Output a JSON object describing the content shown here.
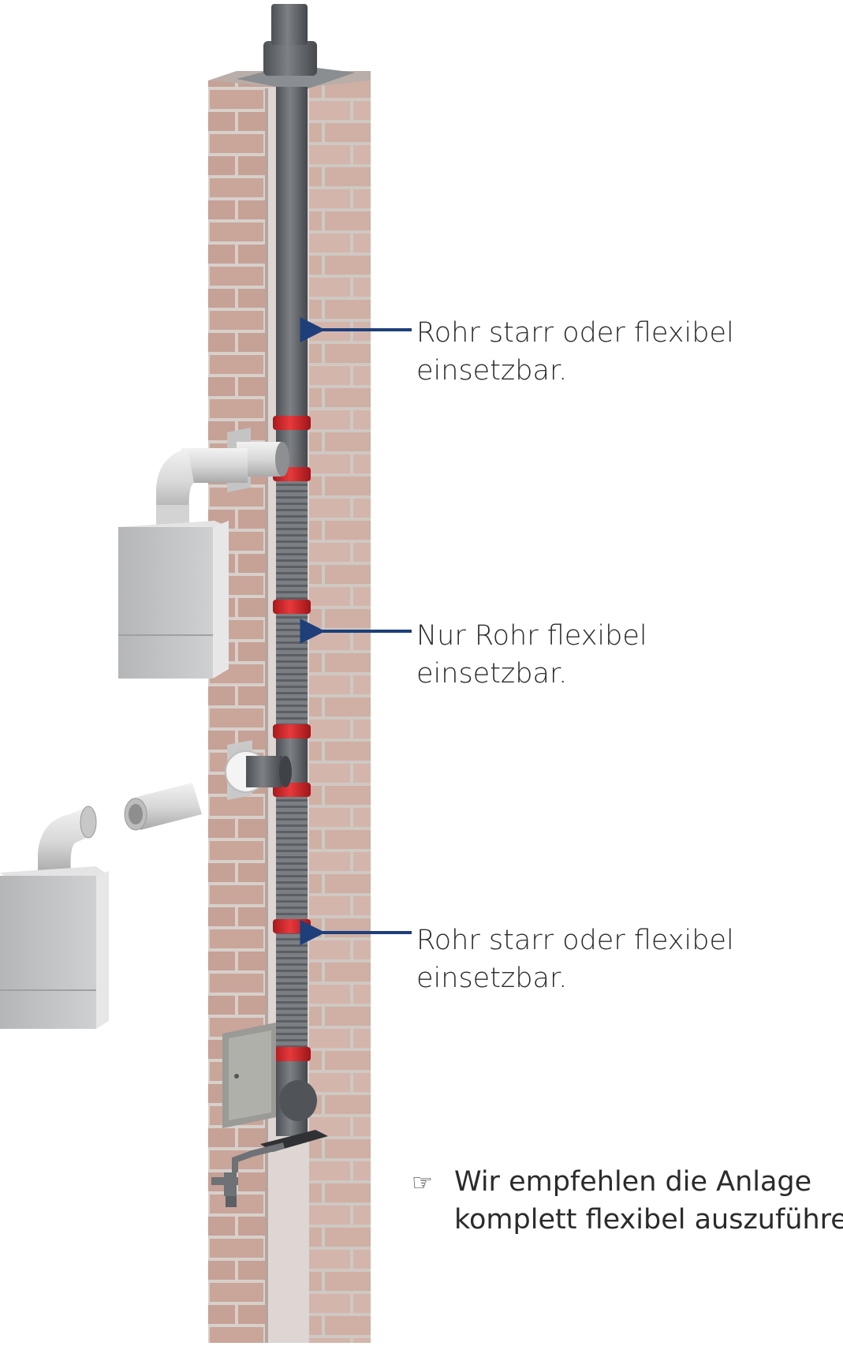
{
  "colors": {
    "brick": "#c9a59a",
    "mortar": "#d7d0cb",
    "pipe_dark": "#5f6266",
    "pipe_ring": "#d7262b",
    "arrow": "#1e3f7a",
    "boiler": "#c8c9cb"
  },
  "callouts": [
    {
      "line1": "Rohr starr oder flexibel",
      "line2": "einsetzbar."
    },
    {
      "line1": "Nur Rohr flexibel",
      "line2": "einsetzbar."
    },
    {
      "line1": "Rohr starr oder flexibel",
      "line2": "einsetzbar."
    }
  ],
  "recommendation": {
    "icon": "pointing-hand-icon",
    "symbol": "☞",
    "line1": "Wir empfehlen die Anlage",
    "line2": "komplett flexibel auszuführen"
  }
}
